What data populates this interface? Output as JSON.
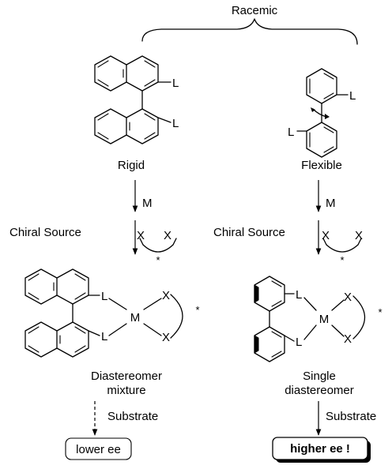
{
  "header": {
    "racemic": "Racemic"
  },
  "left": {
    "ligand_label": "L",
    "descriptor": "Rigid",
    "metal_label": "M",
    "chiral_source": "Chiral Source",
    "x_label": "X",
    "star": "*",
    "complex_metal": "M",
    "outcome_line1": "Diastereomer",
    "outcome_line2": "mixture",
    "substrate": "Substrate",
    "result": "lower ee"
  },
  "right": {
    "ligand_label": "L",
    "descriptor": "Flexible",
    "metal_label": "M",
    "chiral_source": "Chiral Source",
    "x_label": "X",
    "star": "*",
    "complex_metal": "M",
    "outcome_line1": "Single",
    "outcome_line2": "diastereomer",
    "substrate": "Substrate",
    "result": "higher ee !"
  }
}
